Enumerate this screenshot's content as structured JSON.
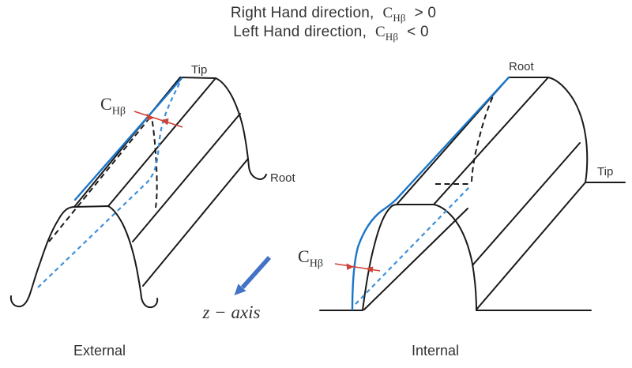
{
  "title": {
    "line1": {
      "prefix": "Right Hand direction,",
      "sym": "C",
      "sub": "Hβ",
      "cmp": "> 0"
    },
    "line2": {
      "prefix": "Left Hand direction,",
      "sym": "C",
      "sub": "Hβ",
      "cmp": "< 0"
    }
  },
  "external": {
    "caption": "External",
    "tip_label": "Tip",
    "root_label": "Root",
    "dim": {
      "sym": "C",
      "sub": "Hβ"
    }
  },
  "internal": {
    "caption": "Internal",
    "root_label": "Root",
    "tip_label": "Tip",
    "dim": {
      "sym": "C",
      "sub": "Hβ"
    }
  },
  "axis_arrow": {
    "label": "z − axis"
  },
  "colors": {
    "line": "#1a1a1a",
    "helix_blue": "#1b76c8",
    "helix_blue_dashed": "#3f8fd8",
    "dimension_red": "#cf4238",
    "axis_arrow_blue": "#4472c4",
    "text": "#333333",
    "background": "#ffffff"
  }
}
